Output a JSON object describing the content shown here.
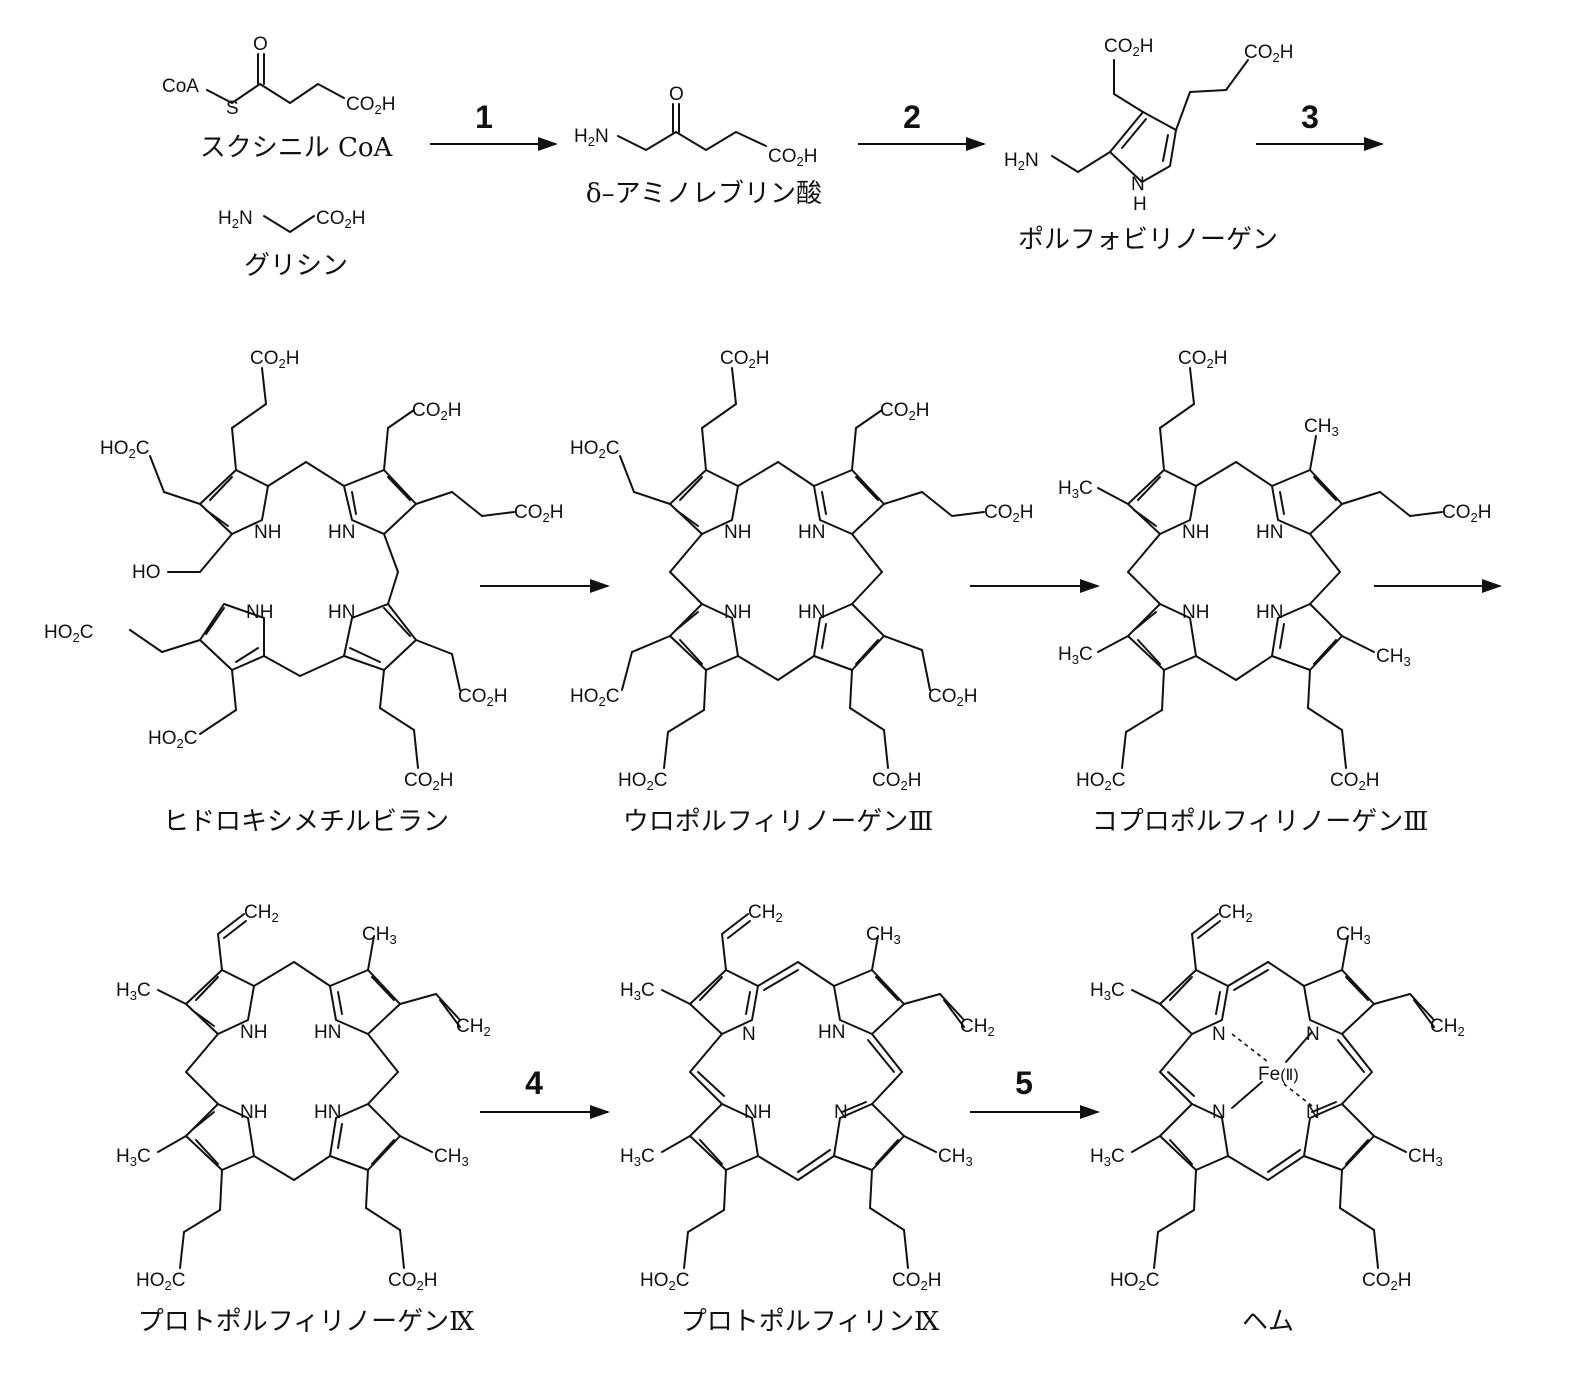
{
  "title": "",
  "steps": [
    "1",
    "2",
    "3",
    "4",
    "5"
  ],
  "compounds": [
    {
      "id": "succinyl-coa",
      "name": "スクシニル CoA"
    },
    {
      "id": "glycine",
      "name": "グリシン"
    },
    {
      "id": "ala",
      "name": "δ–アミノレブリン酸"
    },
    {
      "id": "porphobilinogen",
      "name": "ポルフォビリノーゲン"
    },
    {
      "id": "hydroxymethylbilane",
      "name": "ヒドロキシメチルビラン"
    },
    {
      "id": "uroporphyrinogen-iii",
      "name": "ウロポルフィリノーゲンⅢ"
    },
    {
      "id": "coproporphyrinogen-iii",
      "name": "コプロポルフィリノーゲンⅢ"
    },
    {
      "id": "protoporphyrinogen-ix",
      "name": "プロトポルフィリノーゲンⅨ"
    },
    {
      "id": "protoporphyrin-ix",
      "name": "プロトポルフィリンⅨ"
    },
    {
      "id": "heme",
      "name": "ヘム"
    }
  ],
  "atoms": {
    "coa": "CoA",
    "s": "S",
    "o": "O",
    "nh": "NH",
    "hn": "HN",
    "n": "N",
    "h": "H",
    "ho": "HO",
    "co2h": "CO",
    "ho2c_pre": "HO",
    "ho2c_post": "C",
    "h2n": "H",
    "n_suffix": "N",
    "ch3": "CH",
    "h3c_pre": "H",
    "h3c_post": "C",
    "ch2": "CH",
    "sub2": "2",
    "sub3": "3",
    "fe": "Fe",
    "fe_ox": "(Ⅱ)"
  }
}
